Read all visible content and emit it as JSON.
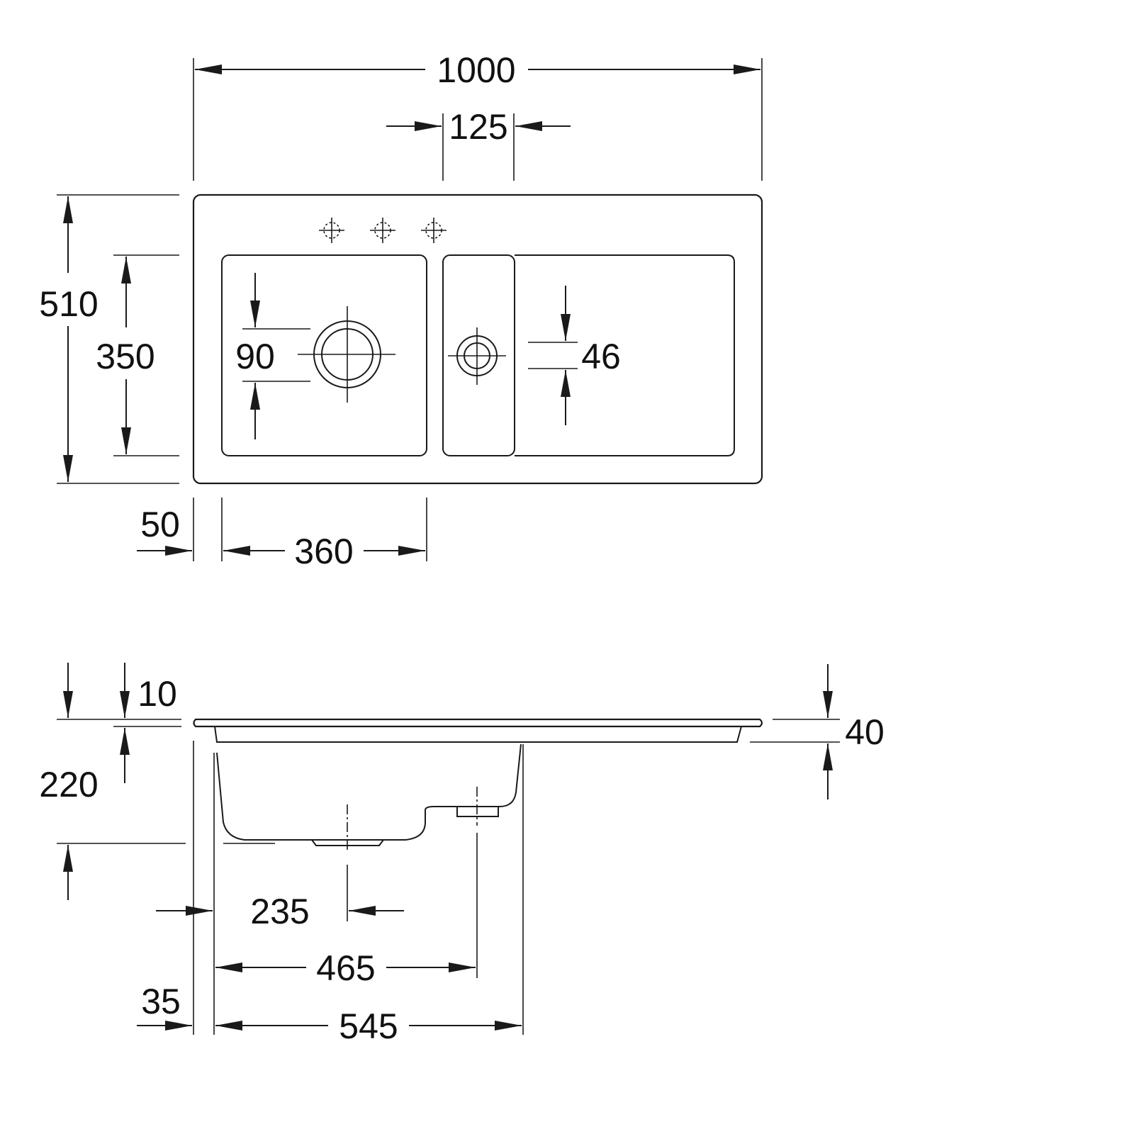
{
  "plan_view": {
    "overall_width": "1000",
    "tap_hole_spacing": "125",
    "overall_depth": "510",
    "bowl_depth": "350",
    "main_waste_diameter": "90",
    "second_waste_diameter": "46",
    "front_edge_offset": "50",
    "main_bowl_width": "360"
  },
  "section_view": {
    "rim_thickness": "10",
    "bowl_height": "220",
    "drainer_thickness": "40",
    "main_waste_position": "235",
    "second_waste_position": "465",
    "bowl_length": "545",
    "edge_offset": "35"
  },
  "colors": {
    "line": "#1a1a1a",
    "text": "#111111",
    "background": "#ffffff"
  }
}
